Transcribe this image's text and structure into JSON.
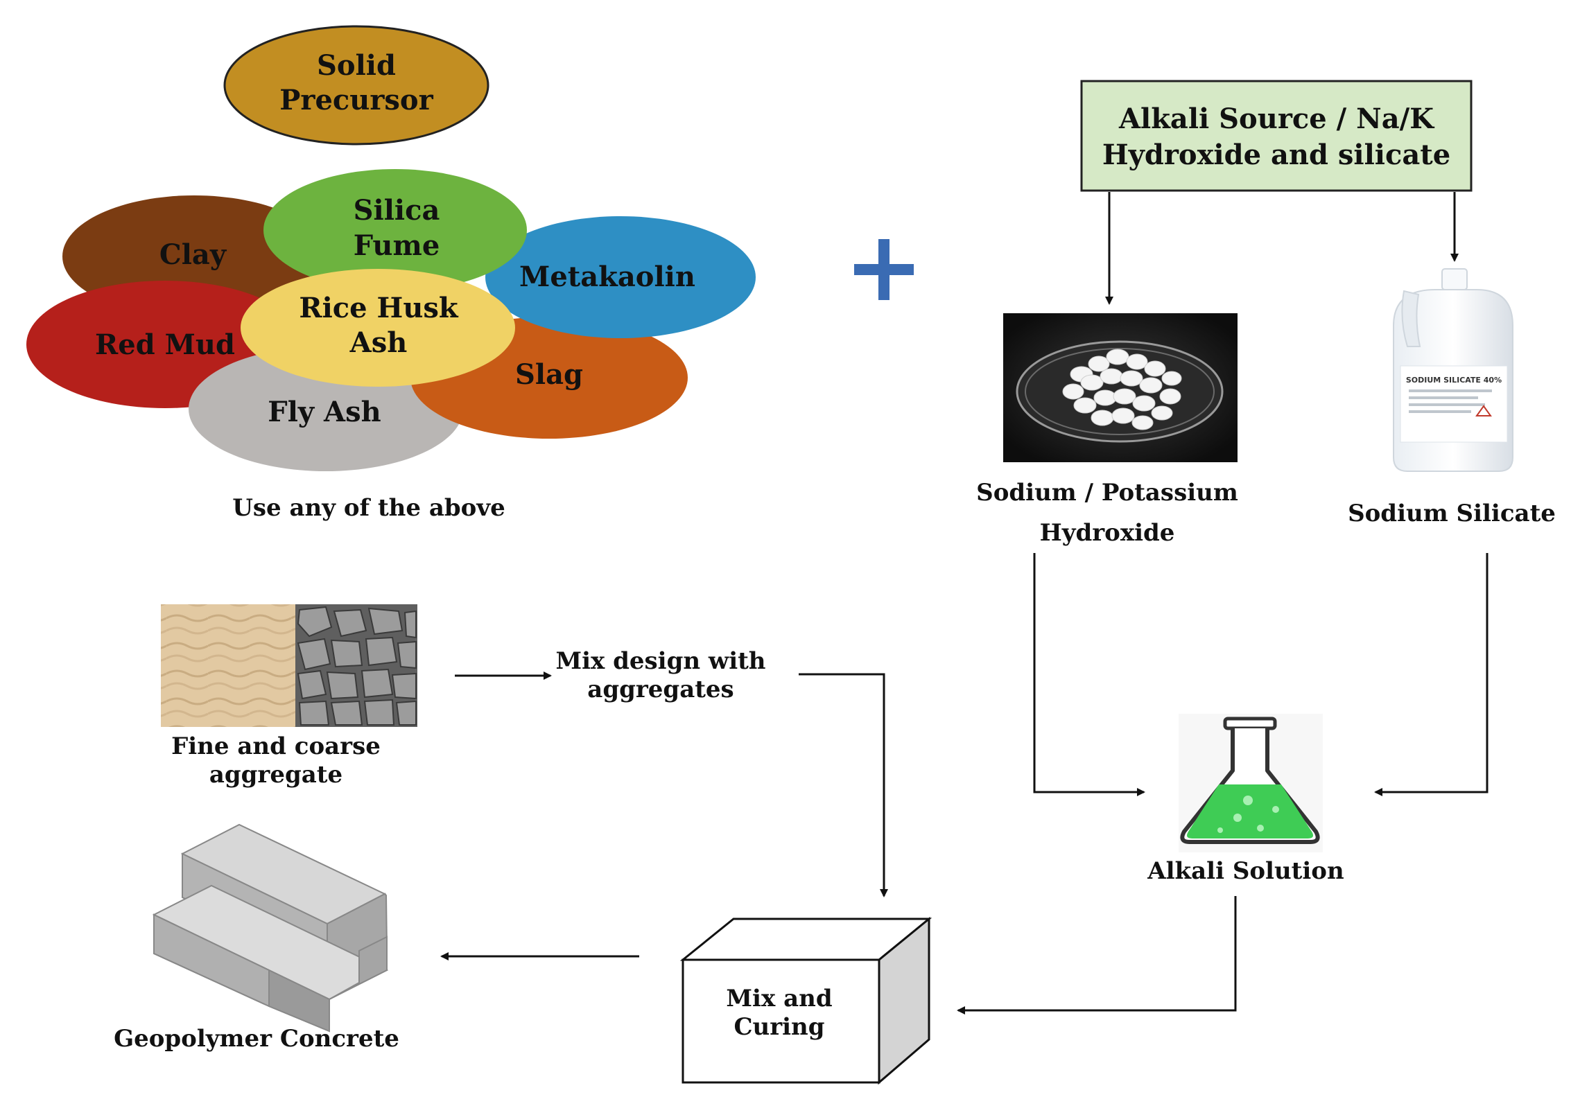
{
  "precursor": {
    "title_line1": "Solid",
    "title_line2": "Precursor",
    "materials": {
      "clay": "Clay",
      "silica_fume_line1": "Silica",
      "silica_fume_line2": "Fume",
      "metakaolin": "Metakaolin",
      "red_mud": "Red Mud",
      "rice_husk_line1": "Rice Husk",
      "rice_husk_line2": "Ash",
      "slag": "Slag",
      "fly_ash": "Fly Ash"
    },
    "caption": "Use any of the above"
  },
  "plus_symbol": "+",
  "alkali_source": {
    "line1": "Alkali Source / Na/K",
    "line2": "Hydroxide and silicate"
  },
  "hydroxide": {
    "line1": "Sodium / Potassium",
    "line2": "Hydroxide"
  },
  "silicate": {
    "label": "Sodium Silicate",
    "bottle_text": "SODIUM SILICATE 40%"
  },
  "alkali_solution": "Alkali Solution",
  "aggregate": {
    "line1": "Fine and coarse",
    "line2": "aggregate"
  },
  "mix_design": {
    "line1": "Mix design with",
    "line2": "aggregates"
  },
  "mix_curing": {
    "line1": "Mix and",
    "line2": "Curing"
  },
  "concrete": "Geopolymer Concrete",
  "colors": {
    "solid_precursor": "#C28E22",
    "clay": "#7B3C12",
    "silica_fume": "#6DB33F",
    "metakaolin": "#2E8FC4",
    "red_mud": "#B5201B",
    "rice_husk_ash": "#F0D265",
    "slag": "#C85B16",
    "fly_ash": "#B9B6B4",
    "alkali_box": "#D6E9C6",
    "plus": "#3A6BB3",
    "flask_liquid": "#3FCC55"
  }
}
